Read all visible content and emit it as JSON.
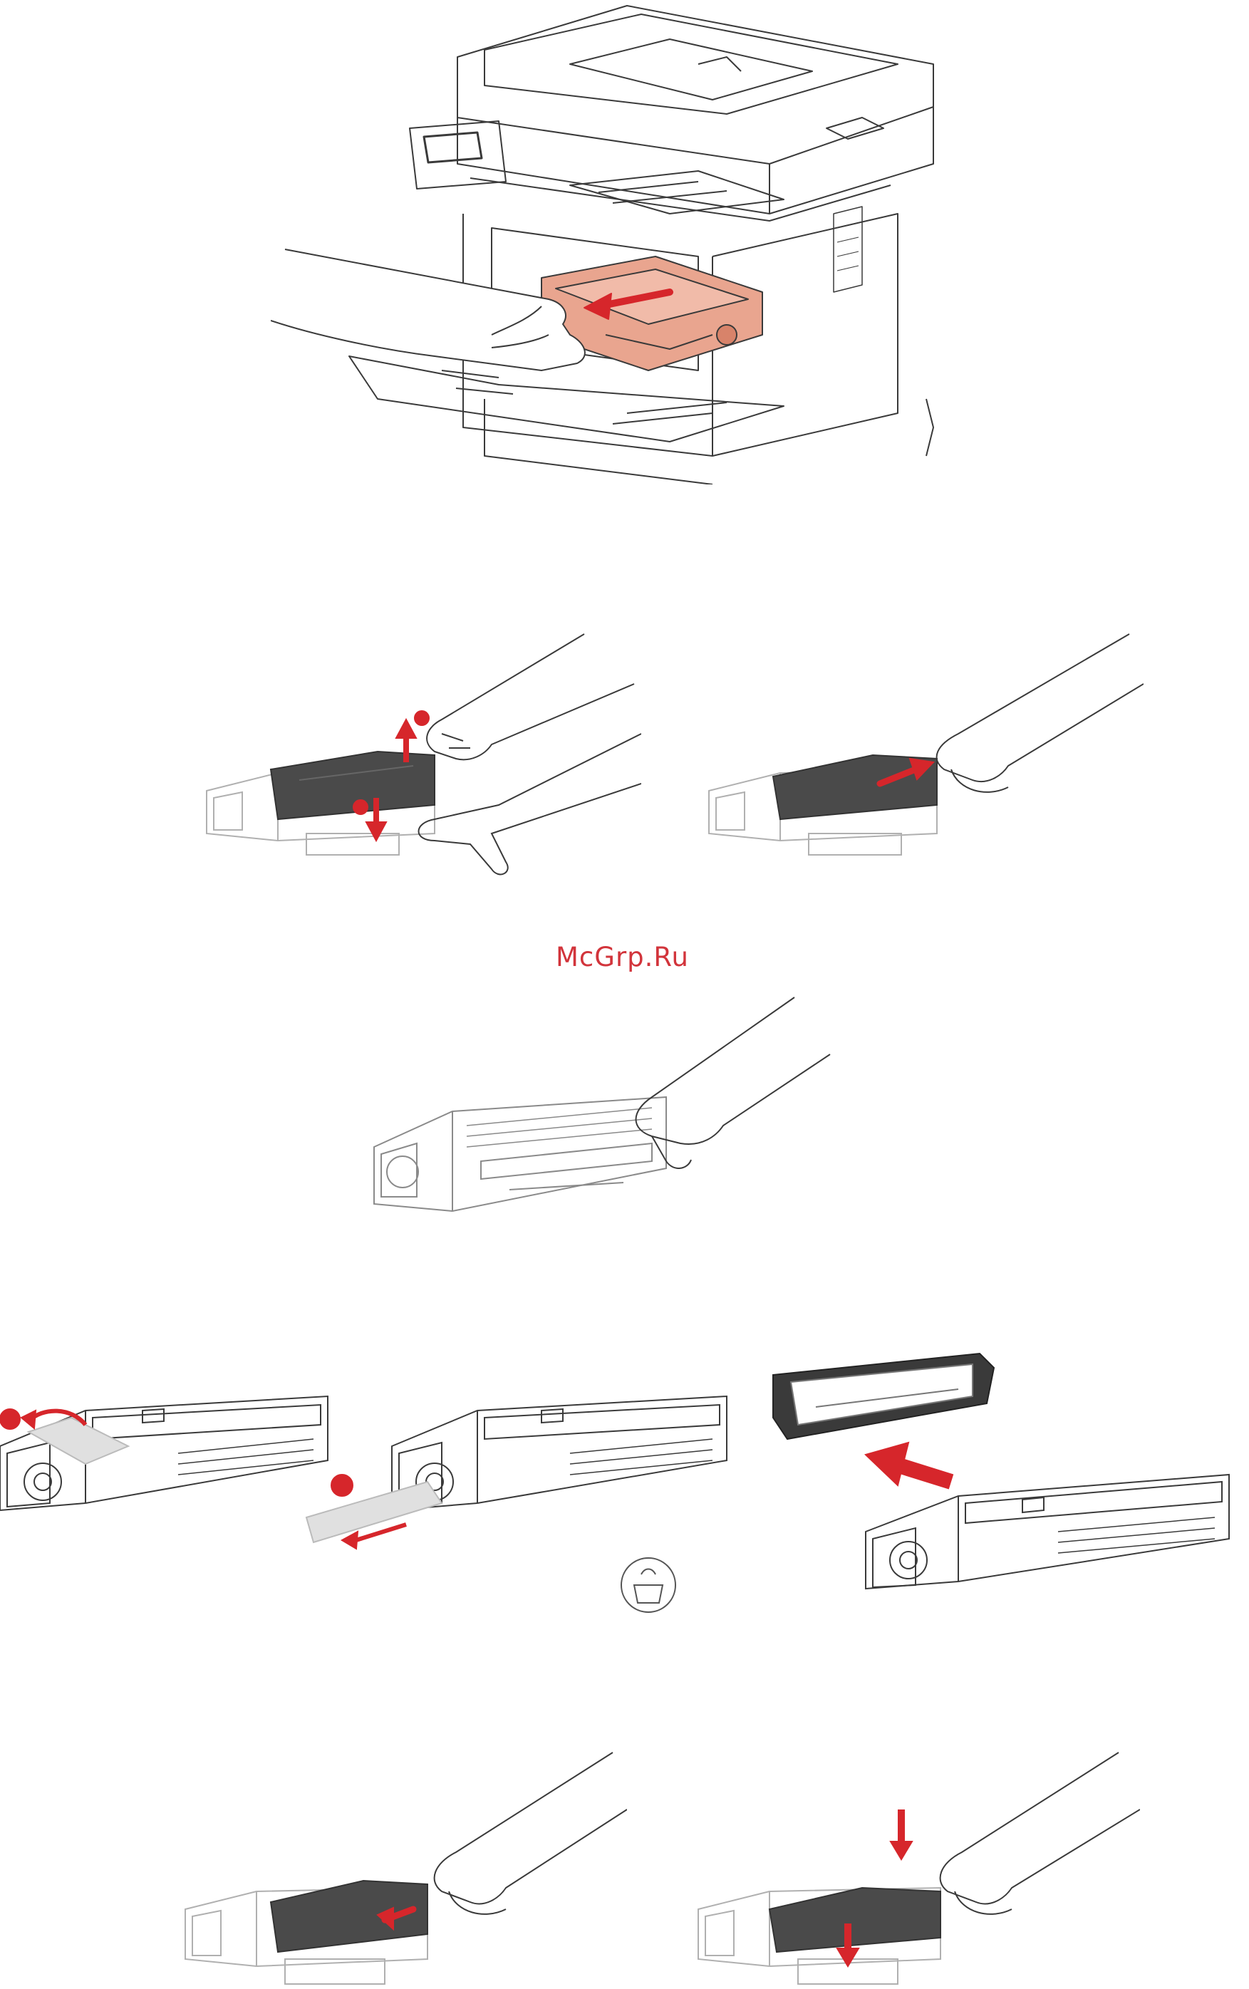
{
  "watermark": {
    "text": "McGrp.Ru",
    "color": "#d2343b"
  },
  "colors": {
    "line": "#3a3a3a",
    "faint_line": "#b0b0b0",
    "arrow_red": "#d6262b",
    "cartridge_dark": "#4a4a4a",
    "drum_highlight": "#e9a58f"
  },
  "figures": [
    {
      "id": "fig-1",
      "depicts": "printer-open-front-remove-drum-icon"
    },
    {
      "id": "fig-2",
      "depicts": "release-lever-lift-toner-icon"
    },
    {
      "id": "fig-3",
      "depicts": "pull-toner-out-icon"
    },
    {
      "id": "fig-4",
      "depicts": "hold-drum-unit-icon"
    },
    {
      "id": "fig-5",
      "depicts": "remove-protective-cover-icon"
    },
    {
      "id": "fig-6",
      "depicts": "pull-seal-tape-icon"
    },
    {
      "id": "fig-7",
      "depicts": "remove-packaging-tray-icon"
    },
    {
      "id": "fig-8",
      "depicts": "insert-toner-icon"
    },
    {
      "id": "fig-9",
      "depicts": "press-toner-down-icon"
    }
  ]
}
